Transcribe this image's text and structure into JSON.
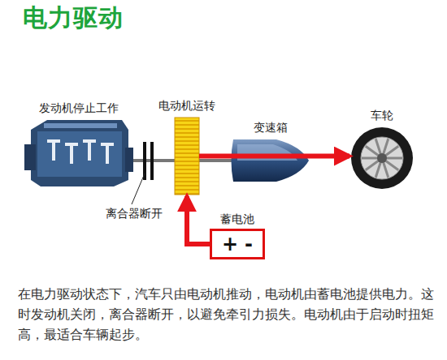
{
  "diagram": {
    "title": "电力驱动",
    "caption": "在电力驱动状态下，汽车只由电动机推动，电动机由蓄电池提供电力。这时发动机关闭，离合器断开，以避免牵引力损失。电动机由于启动时扭矩高，最适合车辆起步。",
    "nodes": [
      {
        "text": [
          "发动机停止工作"
        ]
      },
      {
        "text": [
          "电动机运转"
        ]
      },
      {
        "text": [
          "变速箱"
        ]
      },
      {
        "text": [
          "车轮"
        ]
      },
      {
        "text": [
          "蓄电池",
          "+",
          "-"
        ]
      }
    ],
    "edges": [
      {
        "from": 1,
        "to": 3,
        "arrow": "to"
      },
      {
        "from": 4,
        "to": 1,
        "arrow": "to"
      }
    ],
    "labels": [
      "离合器断开"
    ]
  }
}
